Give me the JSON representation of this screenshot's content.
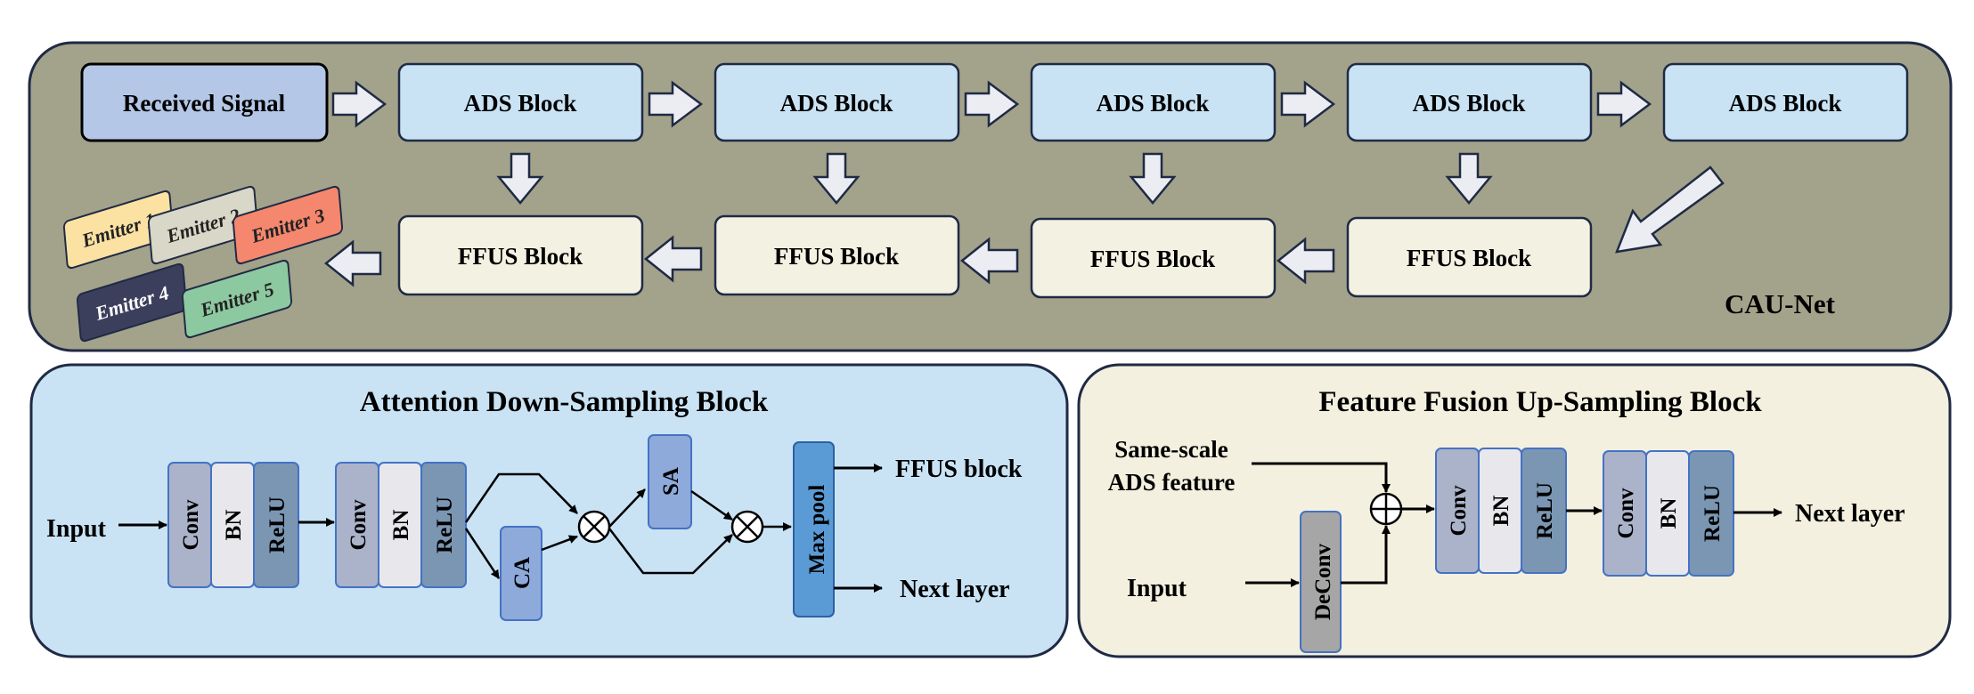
{
  "top": {
    "network_label": "CAU-Net",
    "received_signal": "Received Signal",
    "ads_blocks": [
      "ADS Block",
      "ADS Block",
      "ADS Block",
      "ADS Block",
      "ADS Block"
    ],
    "ffus_blocks": [
      "FFUS Block",
      "FFUS Block",
      "FFUS Block",
      "FFUS Block"
    ],
    "emitters": [
      "Emitter 1",
      "Emitter 2",
      "Emitter 3",
      "Emitter 4",
      "Emitter 5"
    ]
  },
  "ads_panel": {
    "title": "Attention Down-Sampling Block",
    "input_label": "Input",
    "layers": [
      "Conv",
      "BN",
      "ReLU"
    ],
    "ca_label": "CA",
    "sa_label": "SA",
    "pool_label": "Max pool",
    "output_top": "FFUS block",
    "output_bottom": "Next layer"
  },
  "ffus_panel": {
    "title": "Feature Fusion Up-Sampling Block",
    "skip_label_line1": "Same-scale",
    "skip_label_line2": "ADS feature",
    "input_label": "Input",
    "deconv_label": "DeConv",
    "layers": [
      "Conv",
      "BN",
      "ReLU"
    ],
    "output_label": "Next layer"
  },
  "colors": {
    "top_panel_bg": "#a3a28b",
    "ads_block_fill": "#c9e3f5",
    "ffus_block_fill": "#f3f1e2",
    "received_fill": "#b4c7e7",
    "ads_panel_bg": "#c9e3f5",
    "ffus_panel_bg": "#f3f0df",
    "conv_fill": "#aab3c9",
    "bn_fill": "#e8e8ec",
    "relu_fill": "#7b96b3",
    "ca_sa_fill": "#8eaadb",
    "pool_fill": "#5b9bd5",
    "deconv_fill": "#a6a6a6",
    "emitter_colors": [
      "#fbe2a3",
      "#d9d7c7",
      "#f4876e",
      "#3b3f5c",
      "#8dc9a0"
    ]
  }
}
